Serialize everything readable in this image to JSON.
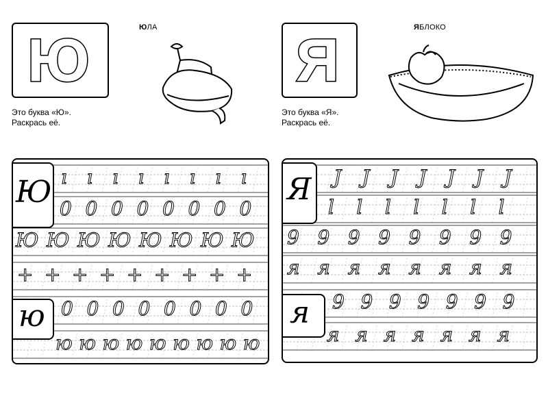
{
  "left": {
    "letter": "Ю",
    "word": {
      "first": "Ю",
      "rest": "ЛА"
    },
    "caption": [
      "Это буква «Ю».",
      "Раскрась её."
    ],
    "cursive_upper": "Ю",
    "cursive_lower": "ю",
    "rows": [
      {
        "glyph": "ı",
        "count": 8
      },
      {
        "glyph": "0",
        "count": 8
      },
      {
        "glyph": "Ю",
        "count": 8
      },
      {
        "glyph": "+",
        "count": 9
      },
      {
        "glyph": "0",
        "count": 8
      },
      {
        "glyph": "ю",
        "count": 9
      }
    ]
  },
  "right": {
    "letter": "Я",
    "word": {
      "first": "Я",
      "rest": "БЛОКО"
    },
    "caption": [
      "Это буква «Я».",
      "Раскрась её."
    ],
    "cursive_upper": "Я",
    "cursive_lower": "я",
    "rows": [
      {
        "glyph": "J",
        "count": 7
      },
      {
        "glyph": "l",
        "count": 7
      },
      {
        "glyph": "9",
        "count": 8
      },
      {
        "glyph": "я",
        "count": 8
      },
      {
        "glyph": "9",
        "count": 7
      },
      {
        "glyph": "я",
        "count": 7
      }
    ]
  },
  "icons": {
    "top": "spinning-top-icon",
    "bowl": "apple-in-bowl-icon"
  }
}
